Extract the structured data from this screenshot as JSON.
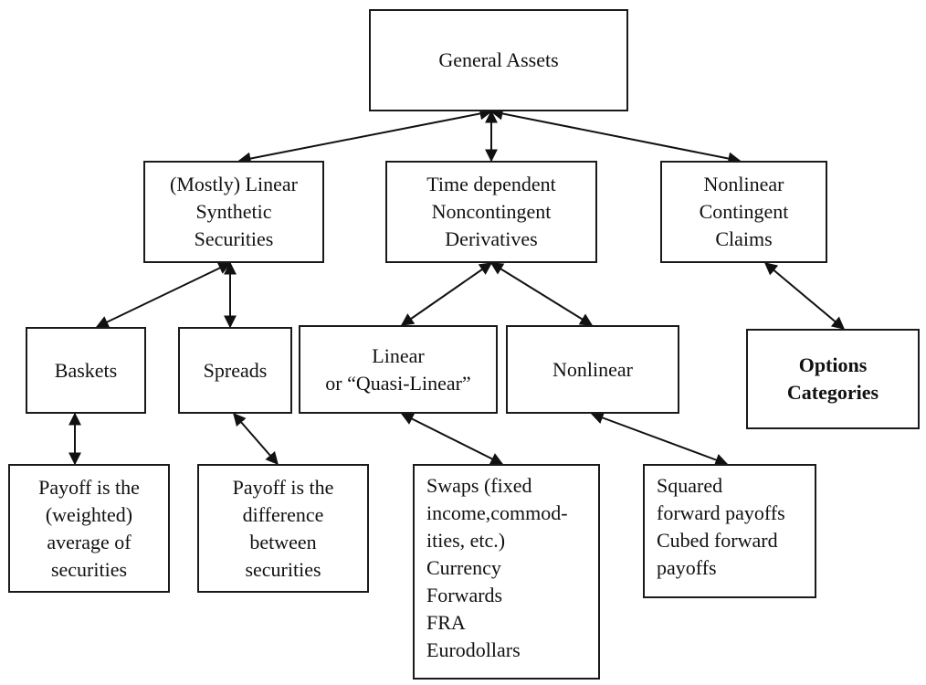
{
  "nodes": {
    "root": {
      "lines": [
        "General Assets"
      ]
    },
    "linear_synth": {
      "lines": [
        "(Mostly) Linear",
        "Synthetic",
        "Securities"
      ]
    },
    "time_dep": {
      "lines": [
        "Time dependent",
        "Noncontingent",
        "Derivatives"
      ]
    },
    "nonlinear_cc": {
      "lines": [
        "Nonlinear",
        "Contingent",
        "Claims"
      ]
    },
    "baskets": {
      "lines": [
        "Baskets"
      ]
    },
    "spreads": {
      "lines": [
        "Spreads"
      ]
    },
    "quasi_linear": {
      "lines": [
        "Linear",
        "or “Quasi-Linear”"
      ]
    },
    "nonlinear": {
      "lines": [
        "Nonlinear"
      ]
    },
    "options": {
      "lines": [
        "Options",
        "Categories"
      ]
    },
    "baskets_desc": {
      "lines": [
        "Payoff is the",
        "(weighted)",
        "average of",
        "securities"
      ]
    },
    "spreads_desc": {
      "lines": [
        "Payoff is the",
        "difference",
        "between",
        "securities"
      ]
    },
    "swaps": {
      "lines": [
        "Swaps (fixed",
        "income,commod-",
        "ities, etc.)",
        "Currency",
        "Forwards",
        "FRA",
        "Eurodollars"
      ]
    },
    "squared": {
      "lines": [
        "Squared",
        "forward payoffs",
        "Cubed forward",
        "payoffs"
      ]
    }
  }
}
